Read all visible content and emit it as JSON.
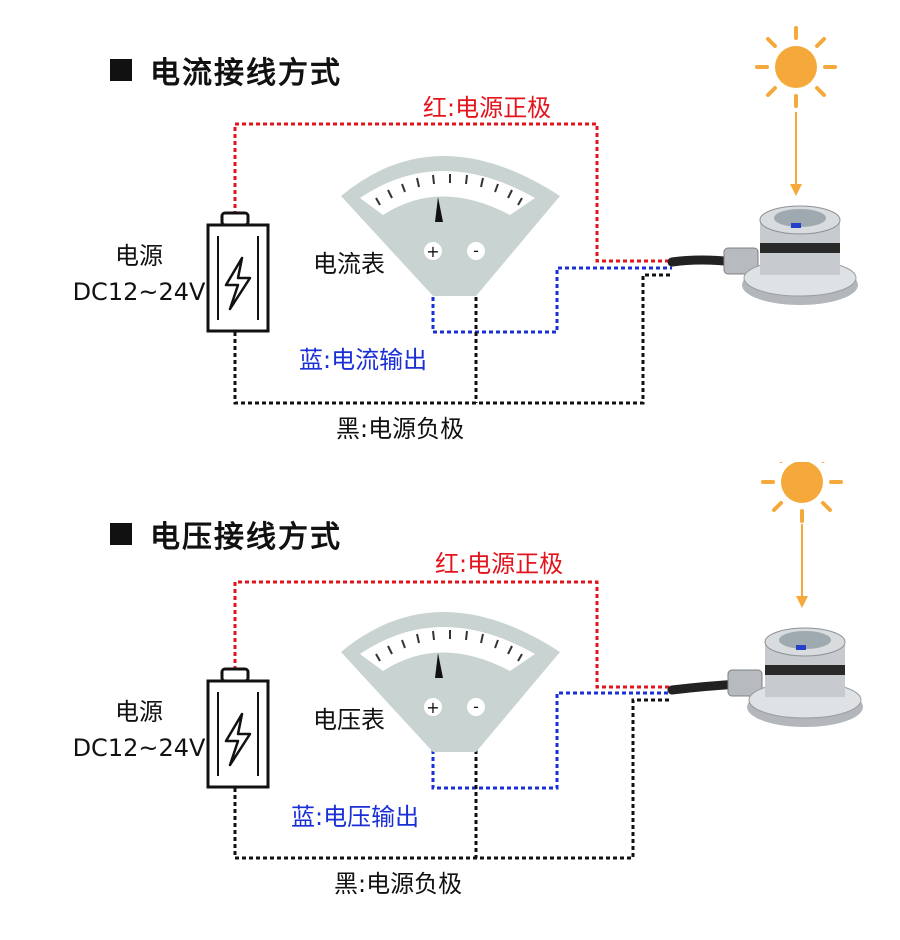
{
  "sections": [
    {
      "title": "电流接线方式",
      "power_label_line1": "电源",
      "power_label_line2": "DC12~24V",
      "meter_label": "电流表",
      "meter_plus": "+",
      "meter_minus": "-",
      "red_wire": "红:电源正极",
      "blue_wire": "蓝:电流输出",
      "black_wire": "黑:电源负极"
    },
    {
      "title": "电压接线方式",
      "power_label_line1": "电源",
      "power_label_line2": "DC12~24V",
      "meter_label": "电压表",
      "meter_plus": "+",
      "meter_minus": "-",
      "red_wire": "红:电源正极",
      "blue_wire": "蓝:电压输出",
      "black_wire": "黑:电源负极"
    }
  ],
  "colors": {
    "red": "#e3141c",
    "blue": "#1a2fd6",
    "black": "#111111",
    "sun": "#f5a93a",
    "meter": "#c9d3d2"
  },
  "icons": [
    "battery-icon",
    "lightning-icon",
    "meter-icon",
    "sun-icon",
    "sensor-icon"
  ]
}
